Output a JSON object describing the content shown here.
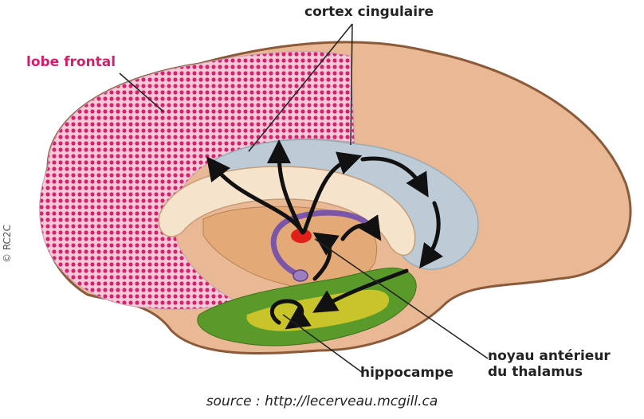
{
  "labels": {
    "frontal": "lobe frontal",
    "cingulaire": "cortex cingulaire",
    "hippocampe": "hippocampe",
    "noyau_line1": "noyau antérieur",
    "noyau_line2": "du thalamus"
  },
  "source": "source : http://lecerveau.mcgill.ca",
  "copyright": "© RC2C",
  "colors": {
    "frontal_dots": "#d6226e",
    "brain_tan": "#e8b994",
    "cingulate_blue": "#bccbd6",
    "hippocampus_green": "#5a9a2a",
    "hippocampus_yellow": "#c9c42a",
    "thalamus_red": "#e0201a",
    "fornix_purple": "#7a55a8",
    "arrow": "#111111"
  }
}
